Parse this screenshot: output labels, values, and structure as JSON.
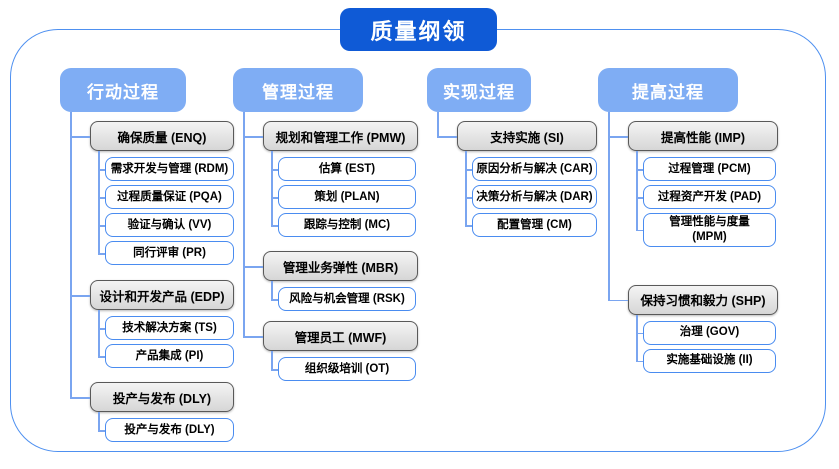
{
  "title": "质量纲领",
  "colors": {
    "title_bg": "#0f5ad6",
    "header_bg": "#7fadf4",
    "connector": "#7aa5f0",
    "leaf_border": "#4a8cf0",
    "group_border": "#595959",
    "group_bg": "#dbdbdb",
    "frame_border": "#4e90f0"
  },
  "columns": [
    {
      "header": "行动过程",
      "groups": [
        {
          "label": "确保质量 (ENQ)",
          "children": [
            "需求开发与管理 (RDM)",
            "过程质量保证 (PQA)",
            "验证与确认 (VV)",
            "同行评审 (PR)"
          ]
        },
        {
          "label": "设计和开发产品 (EDP)",
          "children": [
            "技术解决方案 (TS)",
            "产品集成 (PI)"
          ]
        },
        {
          "label": "投产与发布 (DLY)",
          "children": [
            "投产与发布 (DLY)"
          ]
        }
      ]
    },
    {
      "header": "管理过程",
      "groups": [
        {
          "label": "规划和管理工作 (PMW)",
          "children": [
            "估算 (EST)",
            "策划 (PLAN)",
            "跟踪与控制 (MC)"
          ]
        },
        {
          "label": "管理业务弹性 (MBR)",
          "children": [
            "风险与机会管理 (RSK)"
          ]
        },
        {
          "label": "管理员工 (MWF)",
          "children": [
            "组织级培训 (OT)"
          ]
        }
      ]
    },
    {
      "header": "实现过程",
      "groups": [
        {
          "label": "支持实施 (SI)",
          "children": [
            "原因分析与解决 (CAR)",
            "决策分析与解决 (DAR)",
            "配置管理 (CM)"
          ]
        }
      ]
    },
    {
      "header": "提高过程",
      "groups": [
        {
          "label": "提高性能 (IMP)",
          "children": [
            "过程管理 (PCM)",
            "过程资产开发 (PAD)",
            "管理性能与度量\n(MPM)"
          ]
        },
        {
          "label": "保持习惯和毅力 (SHP)",
          "children": [
            "治理 (GOV)",
            "实施基础设施 (II)"
          ]
        }
      ]
    }
  ]
}
